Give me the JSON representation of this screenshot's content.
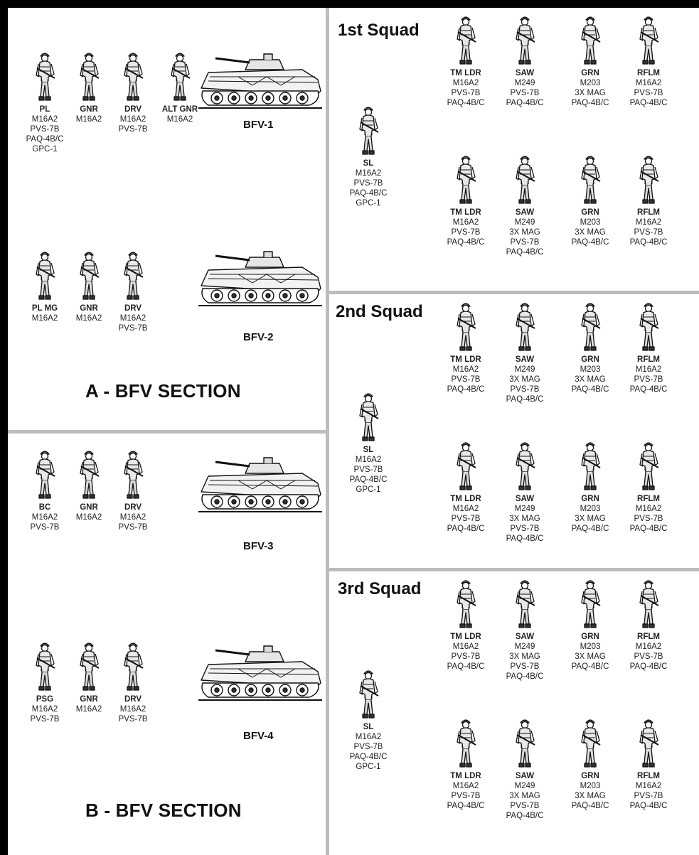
{
  "sections": [
    {
      "title": "A - BFV SECTION",
      "vehicles": [
        {
          "name": "BFV-1",
          "crew": [
            {
              "role": "PL",
              "equip": [
                "M16A2",
                "PVS-7B",
                "PAQ-4B/C",
                "GPC-1"
              ]
            },
            {
              "role": "GNR",
              "equip": [
                "M16A2"
              ]
            },
            {
              "role": "DRV",
              "equip": [
                "M16A2",
                "PVS-7B"
              ]
            },
            {
              "role": "ALT GNR",
              "equip": [
                "M16A2"
              ]
            }
          ]
        },
        {
          "name": "BFV-2",
          "crew": [
            {
              "role": "PL MG",
              "equip": [
                "M16A2"
              ]
            },
            {
              "role": "GNR",
              "equip": [
                "M16A2"
              ]
            },
            {
              "role": "DRV",
              "equip": [
                "M16A2",
                "PVS-7B"
              ]
            }
          ]
        }
      ]
    },
    {
      "title": "B - BFV SECTION",
      "vehicles": [
        {
          "name": "BFV-3",
          "crew": [
            {
              "role": "BC",
              "equip": [
                "M16A2",
                "PVS-7B"
              ]
            },
            {
              "role": "GNR",
              "equip": [
                "M16A2"
              ]
            },
            {
              "role": "DRV",
              "equip": [
                "M16A2",
                "PVS-7B"
              ]
            }
          ]
        },
        {
          "name": "BFV-4",
          "crew": [
            {
              "role": "PSG",
              "equip": [
                "M16A2",
                "PVS-7B"
              ]
            },
            {
              "role": "GNR",
              "equip": [
                "M16A2"
              ]
            },
            {
              "role": "DRV",
              "equip": [
                "M16A2",
                "PVS-7B"
              ]
            }
          ]
        }
      ]
    }
  ],
  "squads": [
    {
      "title": "1st Squad",
      "leader": {
        "role": "SL",
        "equip": [
          "M16A2",
          "PVS-7B",
          "PAQ-4B/C",
          "GPC-1"
        ]
      },
      "teams": [
        [
          {
            "role": "TM LDR",
            "equip": [
              "M16A2",
              "PVS-7B",
              "PAQ-4B/C"
            ]
          },
          {
            "role": "SAW",
            "equip": [
              "M249",
              "PVS-7B",
              "PAQ-4B/C"
            ]
          },
          {
            "role": "GRN",
            "equip": [
              "M203",
              "3X MAG",
              "PAQ-4B/C"
            ]
          },
          {
            "role": "RFLM",
            "equip": [
              "M16A2",
              "PVS-7B",
              "PAQ-4B/C"
            ]
          }
        ],
        [
          {
            "role": "TM LDR",
            "equip": [
              "M16A2",
              "PVS-7B",
              "PAQ-4B/C"
            ]
          },
          {
            "role": "SAW",
            "equip": [
              "M249",
              "3X MAG",
              "PVS-7B",
              "PAQ-4B/C"
            ]
          },
          {
            "role": "GRN",
            "equip": [
              "M203",
              "3X MAG",
              "PAQ-4B/C"
            ]
          },
          {
            "role": "RFLM",
            "equip": [
              "M16A2",
              "PVS-7B",
              "PAQ-4B/C"
            ]
          }
        ]
      ]
    },
    {
      "title": "2nd Squad",
      "leader": {
        "role": "SL",
        "equip": [
          "M16A2",
          "PVS-7B",
          "PAQ-4B/C",
          "GPC-1"
        ]
      },
      "teams": [
        [
          {
            "role": "TM LDR",
            "equip": [
              "M16A2",
              "PVS-7B",
              "PAQ-4B/C"
            ]
          },
          {
            "role": "SAW",
            "equip": [
              "M249",
              "3X MAG",
              "PVS-7B",
              "PAQ-4B/C"
            ]
          },
          {
            "role": "GRN",
            "equip": [
              "M203",
              "3X MAG",
              "PAQ-4B/C"
            ]
          },
          {
            "role": "RFLM",
            "equip": [
              "M16A2",
              "PVS-7B",
              "PAQ-4B/C"
            ]
          }
        ],
        [
          {
            "role": "TM LDR",
            "equip": [
              "M16A2",
              "PVS-7B",
              "PAQ-4B/C"
            ]
          },
          {
            "role": "SAW",
            "equip": [
              "M249",
              "3X MAG",
              "PVS-7B",
              "PAQ-4B/C"
            ]
          },
          {
            "role": "GRN",
            "equip": [
              "M203",
              "3X MAG",
              "PAQ-4B/C"
            ]
          },
          {
            "role": "RFLM",
            "equip": [
              "M16A2",
              "PVS-7B",
              "PAQ-4B/C"
            ]
          }
        ]
      ]
    },
    {
      "title": "3rd Squad",
      "leader": {
        "role": "SL",
        "equip": [
          "M16A2",
          "PVS-7B",
          "PAQ-4B/C",
          "GPC-1"
        ]
      },
      "teams": [
        [
          {
            "role": "TM LDR",
            "equip": [
              "M16A2",
              "PVS-7B",
              "PAQ-4B/C"
            ]
          },
          {
            "role": "SAW",
            "equip": [
              "M249",
              "3X MAG",
              "PVS-7B",
              "PAQ-4B/C"
            ]
          },
          {
            "role": "GRN",
            "equip": [
              "M203",
              "3X MAG",
              "PAQ-4B/C"
            ]
          },
          {
            "role": "RFLM",
            "equip": [
              "M16A2",
              "PVS-7B",
              "PAQ-4B/C"
            ]
          }
        ],
        [
          {
            "role": "TM LDR",
            "equip": [
              "M16A2",
              "PVS-7B",
              "PAQ-4B/C"
            ]
          },
          {
            "role": "SAW",
            "equip": [
              "M249",
              "3X MAG",
              "PVS-7B",
              "PAQ-4B/C"
            ]
          },
          {
            "role": "GRN",
            "equip": [
              "M203",
              "3X MAG",
              "PAQ-4B/C"
            ]
          },
          {
            "role": "RFLM",
            "equip": [
              "M16A2",
              "PVS-7B",
              "PAQ-4B/C"
            ]
          }
        ]
      ]
    }
  ],
  "icons": {
    "soldier": "soldier-icon",
    "vehicle": "bfv-vehicle-icon"
  },
  "colors": {
    "border": "#000000",
    "background": "#ffffff",
    "divider": "#bdbdbd",
    "ink": "#111111"
  }
}
